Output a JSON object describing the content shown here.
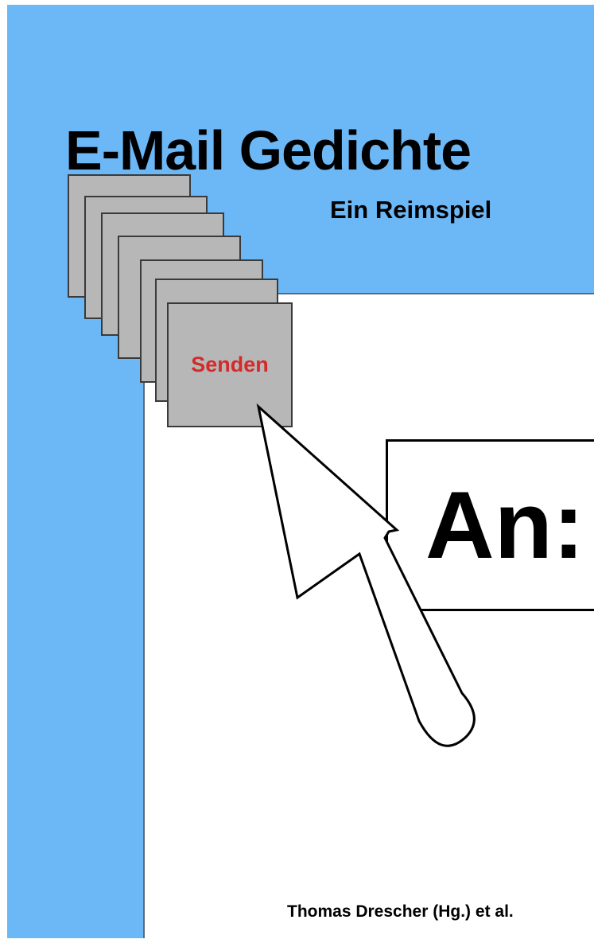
{
  "cover": {
    "title": "E-Mail Gedichte",
    "subtitle": "Ein Reimspiel",
    "author": "Thomas Drescher (Hg.) et al."
  },
  "send_button": {
    "label": "Senden"
  },
  "to_field": {
    "label": "An:"
  },
  "icons": {
    "cursor": "arrow-cursor-icon"
  },
  "colors": {
    "background": "#6cb8f6",
    "card": "#b7b7b7",
    "send_label": "#d32a2a"
  }
}
